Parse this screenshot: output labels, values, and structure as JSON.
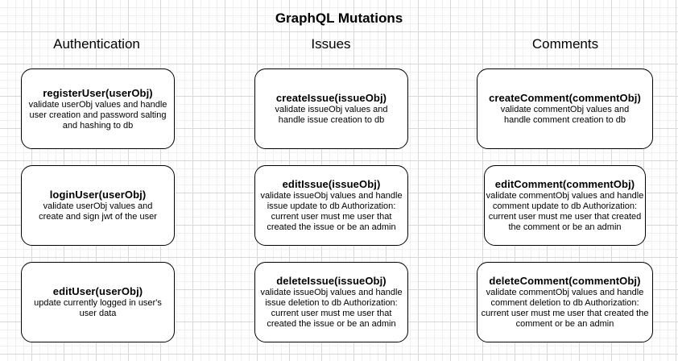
{
  "title": "GraphQL Mutations",
  "columns": [
    {
      "header": "Authentication",
      "boxes": [
        {
          "name": "registerUser(userObj)",
          "description": "validate userObj values and handle user creation and password salting and hashing to db"
        },
        {
          "name": "loginUser(userObj)",
          "description": "validate userObj values and create and sign jwt of the user"
        },
        {
          "name": "editUser(userObj)",
          "description": "update currently logged in user's user data"
        }
      ]
    },
    {
      "header": "Issues",
      "boxes": [
        {
          "name": "createIssue(issueObj)",
          "description": "validate issueObj values and handle issue creation to db"
        },
        {
          "name": "editIssue(issueObj)",
          "description": "validate issueObj values and handle issue update to db Authorization: current user must me user that created the issue or be an admin"
        },
        {
          "name": "deleteIssue(issueObj)",
          "description": "validate issueObj values and handle issue deletion to db Authorization: current user must me user that created the issue or be an admin"
        }
      ]
    },
    {
      "header": "Comments",
      "boxes": [
        {
          "name": "createComment(commentObj)",
          "description": "validate commentObj values and handle comment creation to db"
        },
        {
          "name": "editComment(commentObj)",
          "description": "validate commentObj values and handle comment update to db Authorization: current user must me user that created the comment or be an admin"
        },
        {
          "name": "deleteComment(commentObj)",
          "description": "validate commentObj values and handle comment deletion to db Authorization: current user must me user that created the comment or be an admin"
        }
      ]
    }
  ]
}
